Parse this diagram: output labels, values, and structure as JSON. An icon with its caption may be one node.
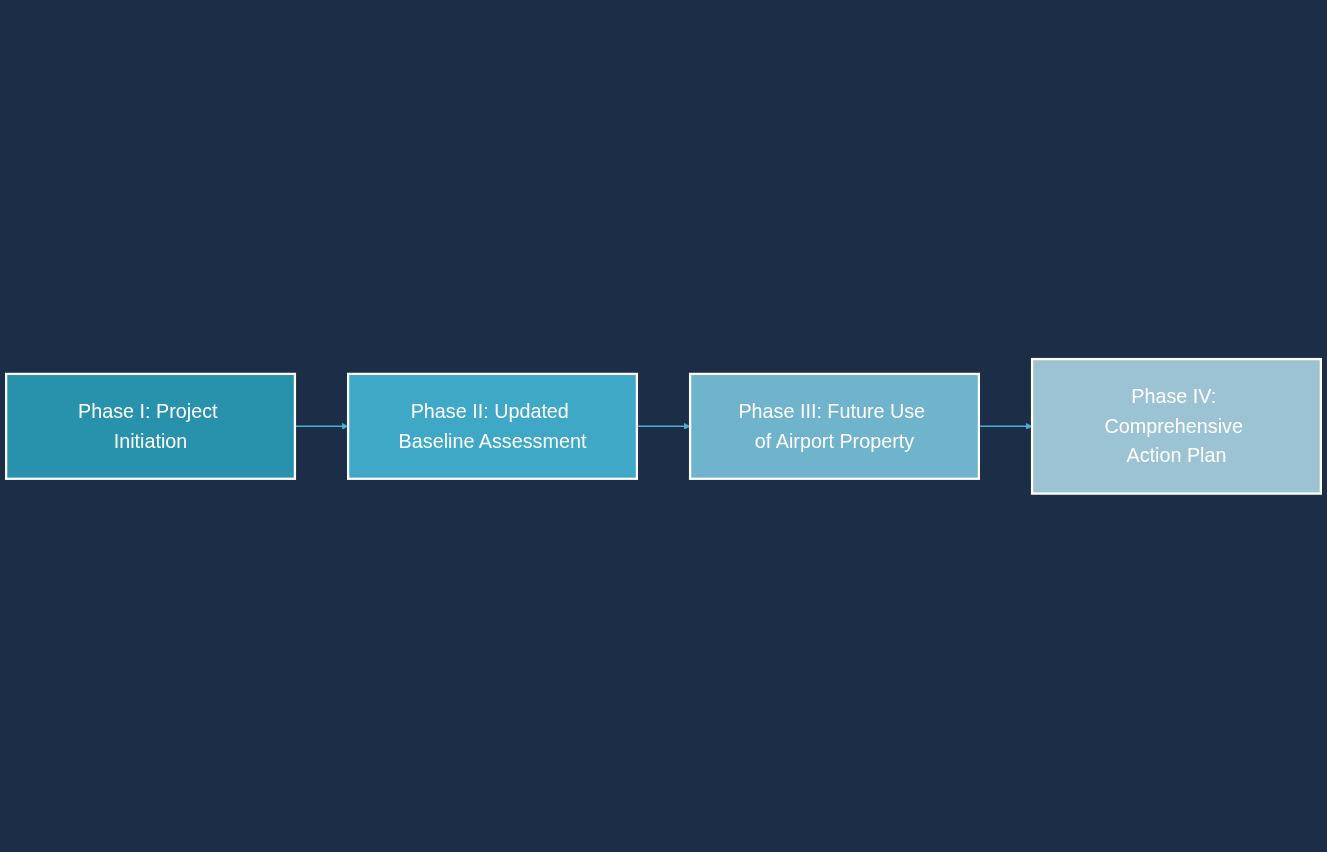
{
  "diagram": {
    "nodes": [
      {
        "text": [
          "Phase I: Project Initiation"
        ]
      },
      {
        "text": [
          "Phase II: Updated Baseline Assessment"
        ]
      },
      {
        "text": [
          "Phase III: Future Use of Airport Property"
        ]
      },
      {
        "text": [
          "Phase IV: Comprehensive Action Plan"
        ]
      }
    ],
    "edges": [
      {
        "from": 0,
        "to": 1,
        "arrow": "to"
      },
      {
        "from": 1,
        "to": 2,
        "arrow": "to"
      },
      {
        "from": 2,
        "to": 3,
        "arrow": "to"
      }
    ]
  }
}
